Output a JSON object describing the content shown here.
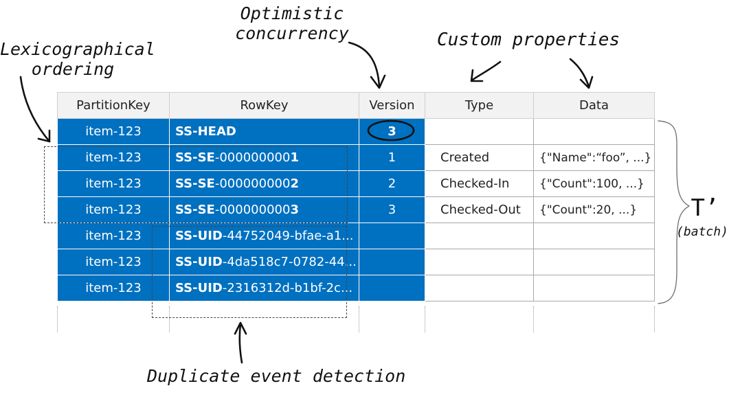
{
  "annotations": {
    "optimistic_concurrency": "Optimistic\nconcurrency",
    "lexicographical_ordering": "Lexicographical\nordering",
    "custom_properties": "Custom properties",
    "duplicate_event_detection": "Duplicate event detection",
    "batch_symbol": "T’",
    "batch_label": "(batch)"
  },
  "table": {
    "headers": [
      "PartitionKey",
      "RowKey",
      "Version",
      "Type",
      "Data"
    ],
    "rows": [
      {
        "partition_key": "item-123",
        "row_key_prefix": "SS-HEAD",
        "row_key_body": "",
        "row_key_suffix": "",
        "version": "3",
        "type": "",
        "data": ""
      },
      {
        "partition_key": "item-123",
        "row_key_prefix": "SS-SE",
        "row_key_body": "-000000000",
        "row_key_suffix": "1",
        "version": "1",
        "type": "Created",
        "data": "{\"Name\":“foo”, ...}"
      },
      {
        "partition_key": "item-123",
        "row_key_prefix": "SS-SE",
        "row_key_body": "-000000000",
        "row_key_suffix": "2",
        "version": "2",
        "type": "Checked-In",
        "data": "{\"Count\":100, ...}"
      },
      {
        "partition_key": "item-123",
        "row_key_prefix": "SS-SE",
        "row_key_body": "-000000000",
        "row_key_suffix": "3",
        "version": "3",
        "type": "Checked-Out",
        "data": "{\"Count\":20, ...}"
      },
      {
        "partition_key": "item-123",
        "row_key_prefix": "SS-UID",
        "row_key_body": "-44752049-bfae-a1...",
        "row_key_suffix": "",
        "version": "",
        "type": "",
        "data": ""
      },
      {
        "partition_key": "item-123",
        "row_key_prefix": "SS-UID",
        "row_key_body": "-4da518c7-0782-44...",
        "row_key_suffix": "",
        "version": "",
        "type": "",
        "data": ""
      },
      {
        "partition_key": "item-123",
        "row_key_prefix": "SS-UID",
        "row_key_body": "-2316312d-b1bf-2c...",
        "row_key_suffix": "",
        "version": "",
        "type": "",
        "data": ""
      }
    ]
  },
  "colors": {
    "highlight": "#0070c0",
    "header_bg": "#f2f2f2",
    "ink": "#111111"
  }
}
